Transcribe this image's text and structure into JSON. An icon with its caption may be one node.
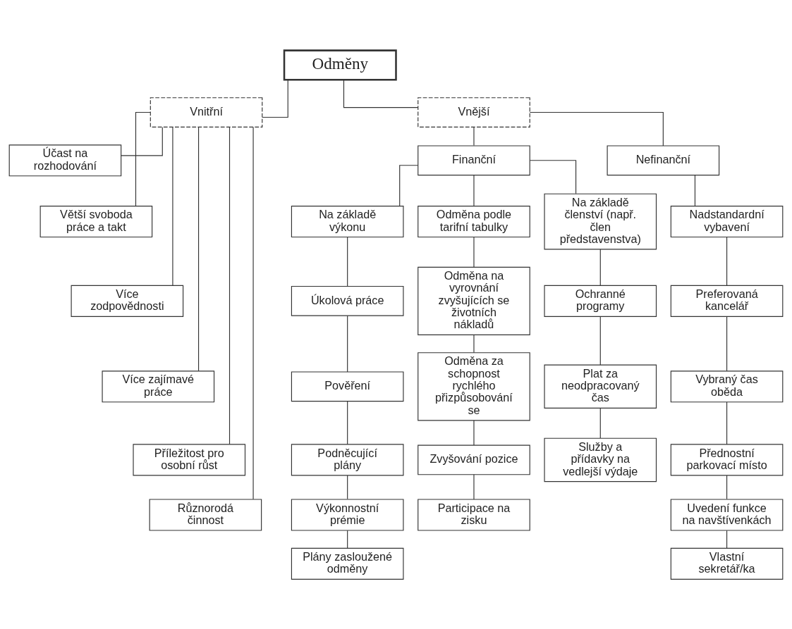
{
  "diagram": {
    "nodes": [
      {
        "text": [
          "Odměny"
        ]
      },
      {
        "text": [
          "Vnitřní"
        ]
      },
      {
        "text": [
          "Vnější"
        ]
      },
      {
        "text": [
          "Finanční"
        ]
      },
      {
        "text": [
          "Nefinanční"
        ]
      },
      {
        "text": [
          "Účast na rozhodování"
        ]
      },
      {
        "text": [
          "Větší svoboda práce a takt"
        ]
      },
      {
        "text": [
          "Více zodpovědnosti"
        ]
      },
      {
        "text": [
          "Více zajímavé práce"
        ]
      },
      {
        "text": [
          "Příležitost pro osobní růst"
        ]
      },
      {
        "text": [
          "Různorodá činnost"
        ]
      },
      {
        "text": [
          "Na základě výkonu"
        ]
      },
      {
        "text": [
          "Úkolová práce"
        ]
      },
      {
        "text": [
          "Pověření"
        ]
      },
      {
        "text": [
          "Podněcující plány"
        ]
      },
      {
        "text": [
          "Výkonnostní prémie"
        ]
      },
      {
        "text": [
          "Plány zasloužené odměny"
        ]
      },
      {
        "text": [
          "Odměna podle tarifní tabulky"
        ]
      },
      {
        "text": [
          "Odměna na vyrovnání zvyšujících se životních nákladů"
        ]
      },
      {
        "text": [
          "Odměna za schopnost rychlého přizpůsobování se"
        ]
      },
      {
        "text": [
          "Zvyšování pozice"
        ]
      },
      {
        "text": [
          "Participace na zisku"
        ]
      },
      {
        "text": [
          "Na základě členství (např. člen představenstva)"
        ]
      },
      {
        "text": [
          "Ochranné programy"
        ]
      },
      {
        "text": [
          "Plat za neodpracovaný čas"
        ]
      },
      {
        "text": [
          "Služby a přídavky na vedlejší výdaje"
        ]
      },
      {
        "text": [
          "Nadstandardní vybavení"
        ]
      },
      {
        "text": [
          "Preferovaná kancelář"
        ]
      },
      {
        "text": [
          "Vybraný čas oběda"
        ]
      },
      {
        "text": [
          "Přednostní parkovací místo"
        ]
      },
      {
        "text": [
          "Uvedení funkce na navštívenkách"
        ]
      },
      {
        "text": [
          "Vlastní sekretář/ka"
        ]
      }
    ],
    "edges": [
      {
        "from": 0,
        "to": 1,
        "arrow": "none"
      },
      {
        "from": 0,
        "to": 2,
        "arrow": "none"
      },
      {
        "from": 2,
        "to": 3,
        "arrow": "none"
      },
      {
        "from": 2,
        "to": 4,
        "arrow": "none"
      },
      {
        "from": 1,
        "to": 5,
        "arrow": "none"
      },
      {
        "from": 1,
        "to": 6,
        "arrow": "none"
      },
      {
        "from": 1,
        "to": 7,
        "arrow": "none"
      },
      {
        "from": 1,
        "to": 8,
        "arrow": "none"
      },
      {
        "from": 1,
        "to": 9,
        "arrow": "none"
      },
      {
        "from": 1,
        "to": 10,
        "arrow": "none"
      },
      {
        "from": 3,
        "to": 11,
        "arrow": "none"
      },
      {
        "from": 3,
        "to": 17,
        "arrow": "none"
      },
      {
        "from": 3,
        "to": 22,
        "arrow": "none"
      },
      {
        "from": 11,
        "to": 12,
        "arrow": "none"
      },
      {
        "from": 12,
        "to": 13,
        "arrow": "none"
      },
      {
        "from": 13,
        "to": 14,
        "arrow": "none"
      },
      {
        "from": 14,
        "to": 15,
        "arrow": "none"
      },
      {
        "from": 15,
        "to": 16,
        "arrow": "none"
      },
      {
        "from": 17,
        "to": 18,
        "arrow": "none"
      },
      {
        "from": 18,
        "to": 19,
        "arrow": "none"
      },
      {
        "from": 19,
        "to": 20,
        "arrow": "none"
      },
      {
        "from": 20,
        "to": 21,
        "arrow": "none"
      },
      {
        "from": 22,
        "to": 23,
        "arrow": "none"
      },
      {
        "from": 23,
        "to": 24,
        "arrow": "none"
      },
      {
        "from": 24,
        "to": 25,
        "arrow": "none"
      },
      {
        "from": 4,
        "to": 26,
        "arrow": "none"
      },
      {
        "from": 26,
        "to": 27,
        "arrow": "none"
      },
      {
        "from": 27,
        "to": 28,
        "arrow": "none"
      },
      {
        "from": 28,
        "to": 29,
        "arrow": "none"
      },
      {
        "from": 29,
        "to": 30,
        "arrow": "none"
      },
      {
        "from": 30,
        "to": 31,
        "arrow": "none"
      }
    ]
  }
}
